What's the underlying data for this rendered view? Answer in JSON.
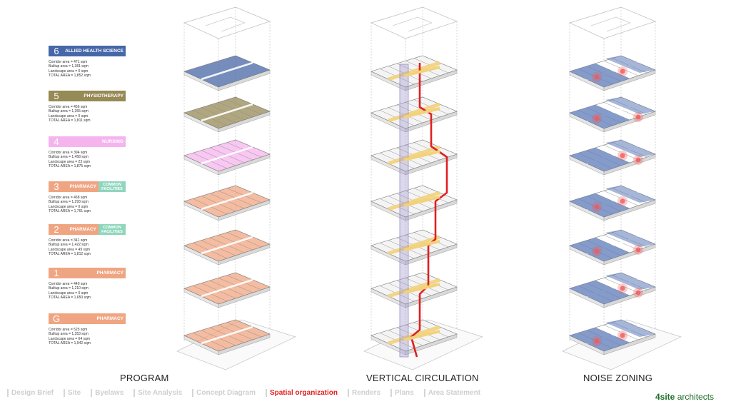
{
  "floors": [
    {
      "level": "6",
      "name": "ALLIED HEALTH SCIENCE",
      "name2": "",
      "color": "#4667a8",
      "corridor": "Corridor area = 471 sqm",
      "builtup": "Builtup area = 1,381 sqm",
      "landscape": "Landscape area = 0 sqm",
      "total": "TOTAL AREA = 1,852 sqm"
    },
    {
      "level": "5",
      "name": "PHYSIOTHERAPY",
      "name2": "",
      "color": "#968a55",
      "corridor": "Corridor area = 456 sqm",
      "builtup": "Builtup area = 1,355 sqm",
      "landscape": "Landscape area = 0 sqm",
      "total": "TOTAL AREA = 1,811 sqm"
    },
    {
      "level": "4",
      "name": "NURSING",
      "name2": "",
      "color": "#f5b4ee",
      "corridor": "Corridor area = 394 sqm",
      "builtup": "Builtup area = 1,458 sqm",
      "landscape": "Landscape area = 23 sqm",
      "total": "TOTAL AREA = 1,875 sqm"
    },
    {
      "level": "3",
      "name": "PHARMACY",
      "name2": "COMMON FACILITIES",
      "color": "#f0a582",
      "color2": "#8fd6bd",
      "corridor": "Corridor area = 468 sqm",
      "builtup": "Builtup area = 1,293 sqm",
      "landscape": "Landscape area = 0 sqm",
      "total": "TOTAL AREA = 1,761 sqm"
    },
    {
      "level": "2",
      "name": "PHARMACY",
      "name2": "COMMON FACILITIES",
      "color": "#f0a582",
      "color2": "#8fd6bd",
      "corridor": "Corridor area = 341 sqm",
      "builtup": "Builtup area = 1,422 sqm",
      "landscape": "Landscape area = 49 sqm",
      "total": "TOTAL AREA = 1,812 sqm"
    },
    {
      "level": "1",
      "name": "PHARMACY",
      "name2": "",
      "color": "#f0a582",
      "corridor": "Corridor area = 440 sqm",
      "builtup": "Builtup area = 1,210 sqm",
      "landscape": "Landscape area = 0 sqm",
      "total": "TOTAL AREA = 1,650 sqm"
    },
    {
      "level": "G",
      "name": "PHARMACY",
      "name2": "",
      "color": "#f0a582",
      "corridor": "Corridor area = 525 sqm",
      "builtup": "Builtup area = 1,353 sqm",
      "landscape": "Landscape area = 64 sqm",
      "total": "TOTAL AREA = 1,942 sqm"
    }
  ],
  "titles": {
    "program": "PROGRAM",
    "circulation": "VERTICAL CIRCULATION",
    "noise": "NOISE ZONING"
  },
  "nav": [
    {
      "label": "Design Brief",
      "active": false
    },
    {
      "label": "Site",
      "active": false
    },
    {
      "label": "Byelaws",
      "active": false
    },
    {
      "label": "Site Analysis",
      "active": false
    },
    {
      "label": "Concept Diagram",
      "active": false
    },
    {
      "label": "Spatial organization",
      "active": true
    },
    {
      "label": "Renders",
      "active": false
    },
    {
      "label": "Plans",
      "active": false
    },
    {
      "label": "Area Statement",
      "active": false
    }
  ],
  "brand": {
    "bold": "4site",
    "rest": " architects"
  },
  "colors": {
    "pharmacy": "#f0a582",
    "common": "#8fd6bd",
    "nursing": "#f5b4ee",
    "physio": "#968a55",
    "allied": "#4667a8",
    "circulation": "#e02020",
    "corridor": "#f2d27a",
    "lift": "#9a8fc9",
    "noise": "#f05a5a",
    "noise_plate": "#5c7ab8",
    "active_nav": "#e02020",
    "brand": "#1f6e2a"
  }
}
